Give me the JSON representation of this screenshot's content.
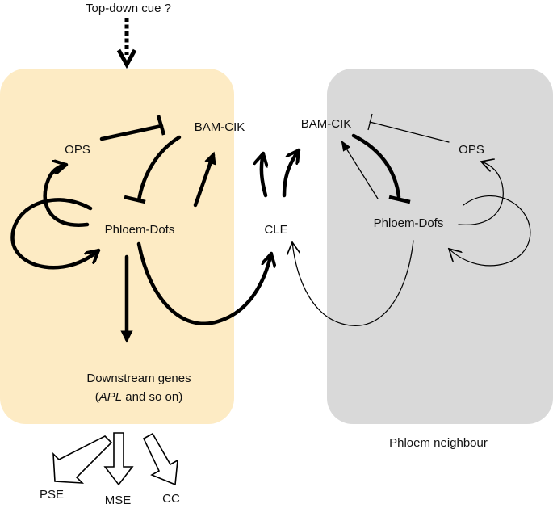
{
  "colors": {
    "phloem_region": "#fdebc4",
    "neighbour_region": "#d9d9d9",
    "ink": "#000000"
  },
  "labels": {
    "top_down_cue": "Top-down cue ?",
    "left_ops": "OPS",
    "left_bam_cik": "BAM-CIK",
    "left_phloem_dofs": "Phloem-Dofs",
    "downstream_genes_line1": "Downstream genes",
    "downstream_genes_apl": "APL",
    "downstream_genes_rest": " and so on)",
    "open_paren": "(",
    "cle": "CLE",
    "right_bam_cik": "BAM-CIK",
    "right_ops": "OPS",
    "right_phloem_dofs": "Phloem-Dofs",
    "phloem_neighbour": "Phloem neighbour",
    "pse": "PSE",
    "mse": "MSE",
    "cc": "CC"
  }
}
